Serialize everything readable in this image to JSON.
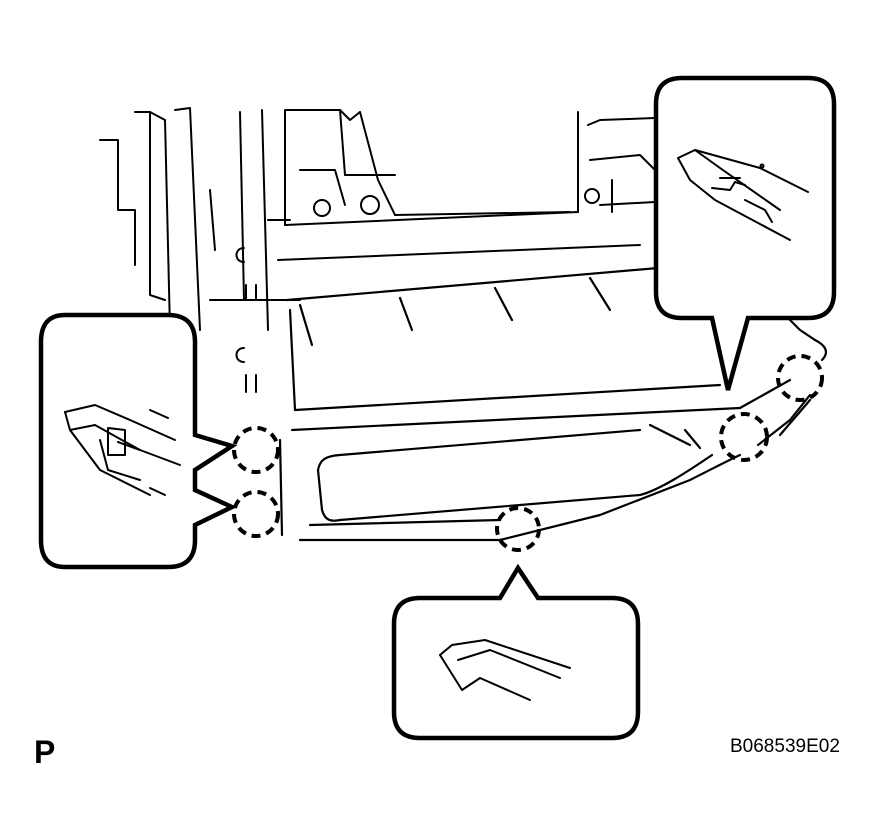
{
  "labels": {
    "view_letter": "P",
    "figure_code": "B068539E02"
  },
  "colors": {
    "line": "#000000",
    "background": "#ffffff"
  },
  "callouts": [
    {
      "name": "left-clip-detail",
      "points_to": "upper-left-and-lower-left-claws"
    },
    {
      "name": "bottom-claw-detail",
      "points_to": "bottom-center-claw"
    },
    {
      "name": "right-claw-detail",
      "points_to": "right-side-claws"
    }
  ]
}
